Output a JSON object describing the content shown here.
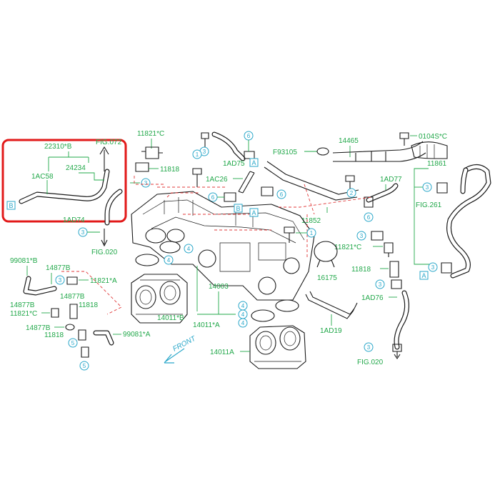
{
  "labels": {
    "l_22310b": "22310*B",
    "l_fig072": "FIG.072",
    "l_24234": "24234",
    "l_1ac58": "1AC58",
    "l_1ad74": "1AD74",
    "l_fig020a": "FIG.020",
    "l_11821c_top": "11821*C",
    "l_11818_top": "11818",
    "l_1ac26": "1AC26",
    "l_1ad75": "1AD75",
    "l_f93105": "F93105",
    "l_14465": "14465",
    "l_0104sc": "0104S*C",
    "l_11861": "11861",
    "l_1ad77": "1AD77",
    "l_11852": "11852",
    "l_fig261": "FIG.261",
    "l_11821c_mid": "11821*C",
    "l_11818_mid": "11818",
    "l_1ad76": "1AD76",
    "l_fig020b": "FIG.020",
    "l_16175": "16175",
    "l_14003": "14003",
    "l_1ad19": "1AD19",
    "l_14011b": "14011*B",
    "l_14011a_1": "14011*A",
    "l_14011a_2": "14011A",
    "l_99081b": "99081*B",
    "l_14877b_1": "14877B",
    "l_11821a": "11821*A",
    "l_14877b_2": "14877B",
    "l_11818_left": "11818",
    "l_14877b_3": "14877B",
    "l_11821c_left": "11821*C",
    "l_14877b_4": "14877B",
    "l_11818_low": "11818",
    "l_99081a": "99081*A",
    "front": "FRONT"
  },
  "callouts": {
    "c1": "1",
    "c2": "2",
    "c3": "3",
    "c4": "4",
    "c5": "5",
    "c6": "6"
  },
  "refs": {
    "a": "A",
    "b": "B"
  },
  "colors": {
    "part_label": "#22a84a",
    "callout": "#2aa7c9",
    "highlight": "#e21a1a",
    "leader_dashed": "#e03838"
  }
}
